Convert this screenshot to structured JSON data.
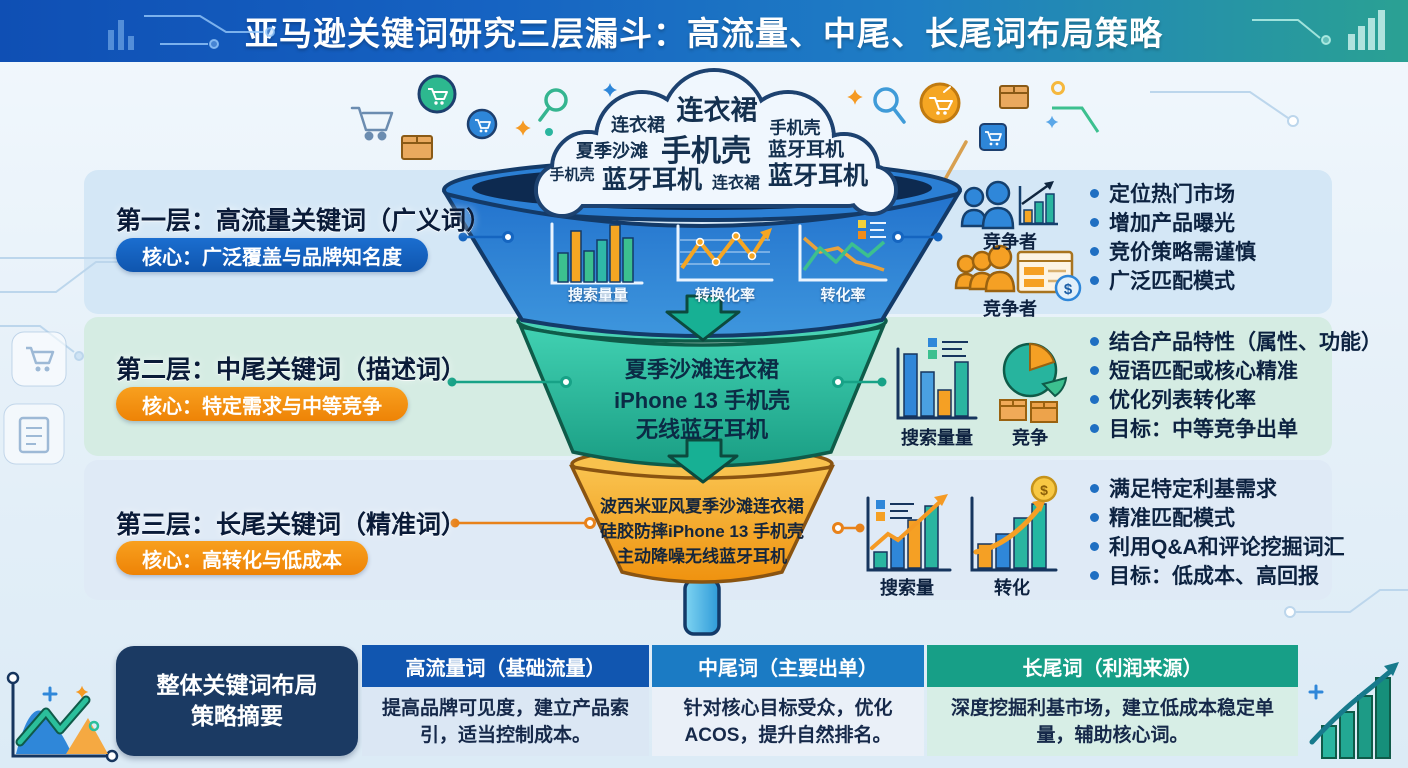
{
  "header": {
    "title": "亚马逊关键词研究三层漏斗：高流量、中尾、长尾词布局策略"
  },
  "funnel": {
    "cloud_keywords": [
      "连衣裙",
      "连衣裙",
      "手机壳",
      "夏季沙滩",
      "手机壳",
      "蓝牙耳机",
      "手机壳",
      "蓝牙耳机",
      "连衣裙",
      "蓝牙耳机"
    ],
    "top_chart_labels": [
      "搜索量量",
      "转换化率",
      "转化率"
    ],
    "mid_keywords": [
      "夏季沙滩连衣裙",
      "iPhone 13 手机壳",
      "无线蓝牙耳机"
    ],
    "long_tail_keywords": [
      "波西米亚风夏季沙滩连衣裙",
      "硅胶防摔iPhone 13 手机壳",
      "主动降噪无线蓝牙耳机"
    ]
  },
  "layers": [
    {
      "title": "第一层：高流量关键词（广义词）",
      "badge": "核心：广泛覆盖与品牌知名度",
      "icon_labels": [
        "竞争者",
        "竞争者"
      ],
      "bullets": [
        "定位热门市场",
        "增加产品曝光",
        "竞价策略需谨慎",
        "广泛匹配模式"
      ]
    },
    {
      "title": "第二层：中尾关键词（描述词）",
      "badge": "核心：特定需求与中等竞争",
      "icon_labels": [
        "搜索量量",
        "竞争"
      ],
      "bullets": [
        "结合产品特性（属性、功能）",
        "短语匹配或核心精准",
        "优化列表转化率",
        "目标：中等竞争出单"
      ]
    },
    {
      "title": "第三层：长尾关键词（精准词）",
      "badge": "核心：高转化与低成本",
      "icon_labels": [
        "搜索量",
        "转化"
      ],
      "bullets": [
        "满足特定利基需求",
        "精准匹配模式",
        "利用Q&A和评论挖掘词汇",
        "目标：低成本、高回报"
      ]
    }
  ],
  "summary": {
    "title_line1": "整体关键词布局",
    "title_line2": "策略摘要",
    "columns": [
      {
        "header": "高流量词（基础流量）",
        "body": "提高品牌可见度，建立产品索引，适当控制成本。"
      },
      {
        "header": "中尾词（主要出单）",
        "body": "针对核心目标受众，优化ACOS，提升自然排名。"
      },
      {
        "header": "长尾词（利润来源）",
        "body": "深度挖掘利基市场，建立低成本稳定单量，辅助核心词。"
      }
    ]
  },
  "glyphs": {
    "dollar": "$"
  },
  "colors": {
    "primary_blue": "#1565c0",
    "teal": "#1aa188",
    "orange": "#f08c1a",
    "navy": "#1b3a63",
    "funnel_blue": "#2673cd",
    "funnel_teal": "#29c0a3",
    "funnel_orange": "#f5a623",
    "band_blue": "#d4e7f6",
    "band_green": "#d5ece3"
  }
}
